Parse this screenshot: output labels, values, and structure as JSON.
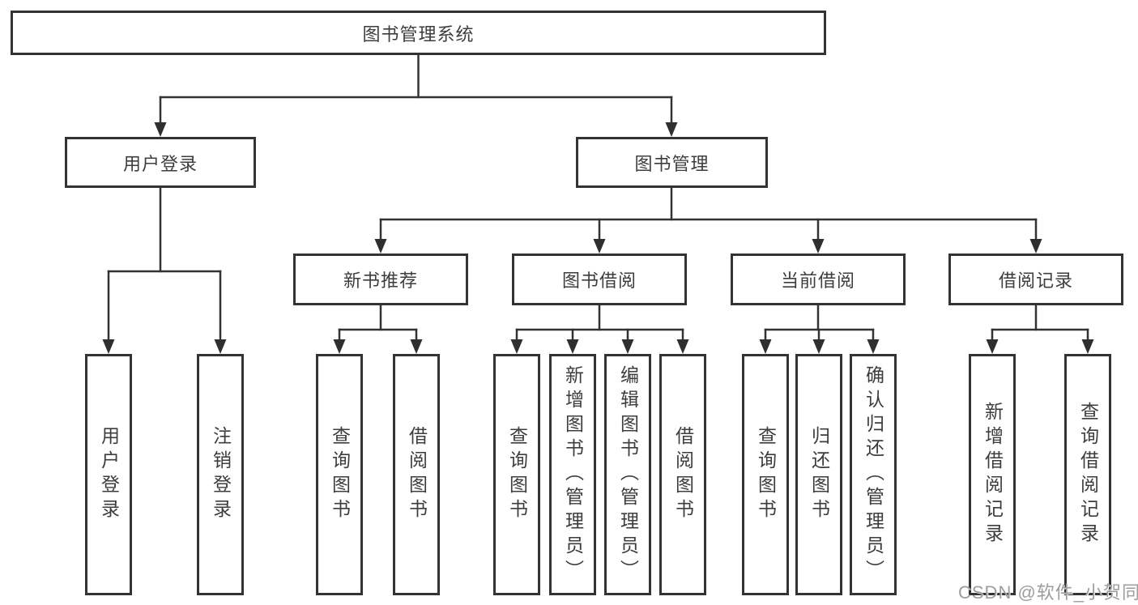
{
  "diagram": {
    "root": {
      "label": "图书管理系统"
    },
    "level2": [
      {
        "id": "user-login",
        "label": "用户登录"
      },
      {
        "id": "book-management",
        "label": "图书管理"
      }
    ],
    "level3": [
      {
        "id": "new-book-recommend",
        "label": "新书推荐",
        "parent": "图书管理"
      },
      {
        "id": "book-borrow",
        "label": "图书借阅",
        "parent": "图书管理"
      },
      {
        "id": "current-borrow",
        "label": "当前借阅",
        "parent": "图书管理"
      },
      {
        "id": "borrow-record",
        "label": "借阅记录",
        "parent": "图书管理"
      }
    ],
    "leaves": [
      {
        "label": "用户登录",
        "parent": "用户登录"
      },
      {
        "label": "注销登录",
        "parent": "用户登录"
      },
      {
        "label": "查询图书",
        "parent": "新书推荐"
      },
      {
        "label": "借阅图书",
        "parent": "新书推荐"
      },
      {
        "label": "查询图书",
        "parent": "图书借阅"
      },
      {
        "label": "新增图书（管理员）",
        "parent": "图书借阅"
      },
      {
        "label": "编辑图书（管理员）",
        "parent": "图书借阅"
      },
      {
        "label": "借阅图书",
        "parent": "图书借阅"
      },
      {
        "label": "查询图书",
        "parent": "当前借阅"
      },
      {
        "label": "归还图书",
        "parent": "当前借阅"
      },
      {
        "label": "确认归还（管理员）",
        "parent": "当前借阅"
      },
      {
        "label": "新增借阅记录",
        "parent": "借阅记录"
      },
      {
        "label": "查询借阅记录",
        "parent": "借阅记录"
      }
    ]
  },
  "watermark": {
    "text": "CSDN @软件_小贺同学"
  },
  "colors": {
    "line": "#333333",
    "box_border": "#333333",
    "text": "#3d3d3d",
    "background": "#ffffff",
    "watermark": "#9d9d9d"
  }
}
